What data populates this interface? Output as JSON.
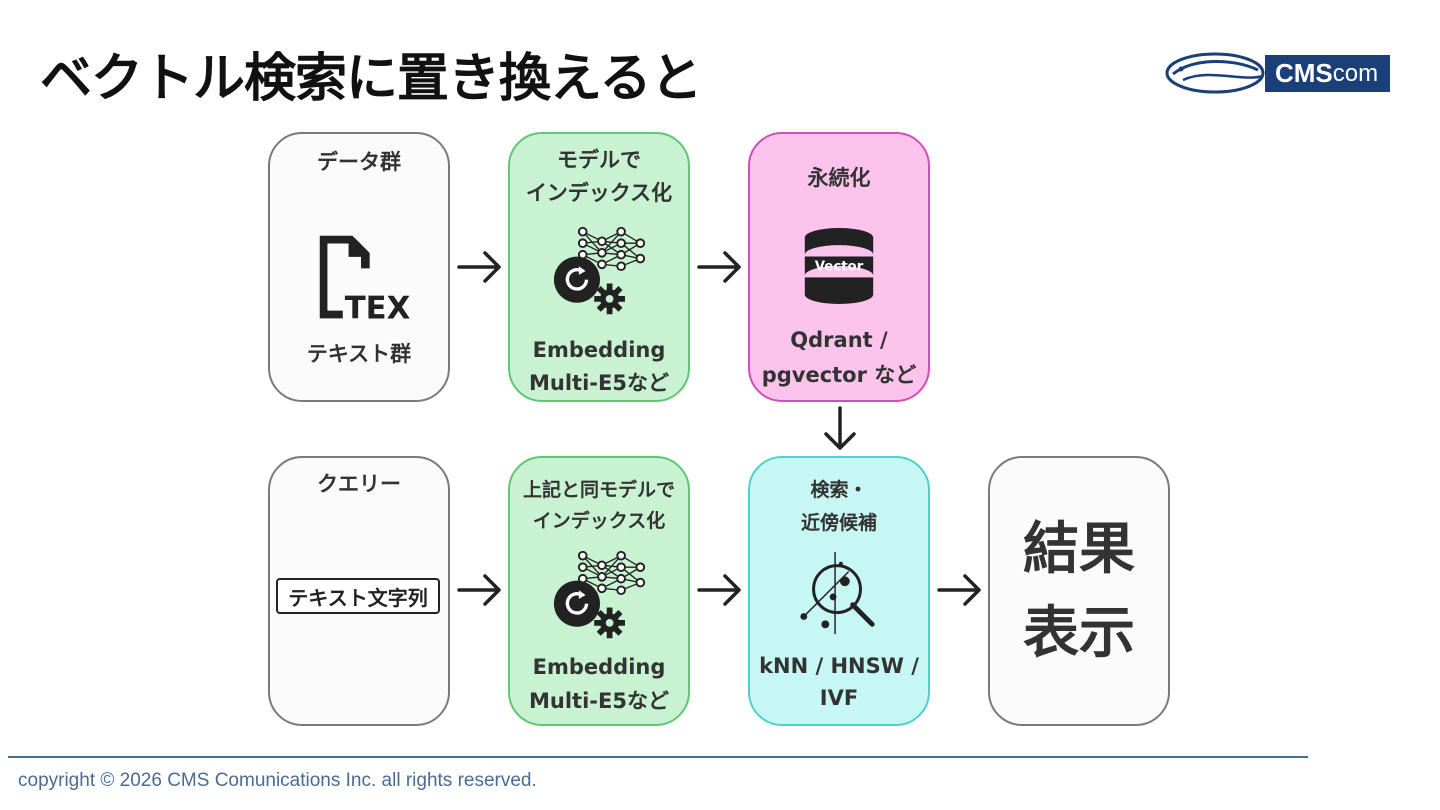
{
  "title": "ベクトル検索に置き換えると",
  "logo": {
    "bold": "CMS",
    "light": "com"
  },
  "index": {
    "data": {
      "heading": "データ群",
      "caption": "テキスト群",
      "icon_text": "TEX",
      "icon": "text-document-icon"
    },
    "model": {
      "heading_1": "モデルで",
      "heading_2": "インデックス化",
      "caption_1": "Embedding",
      "caption_2": "Multi-E5など",
      "icon": "neural-network-gear-icon"
    },
    "store": {
      "heading": "永続化",
      "caption_1": "Qdrant /",
      "caption_2": "pgvector など",
      "icon_text": "Vector",
      "icon": "database-icon"
    }
  },
  "query": {
    "input": {
      "heading": "クエリー",
      "chip": "テキスト文字列"
    },
    "model": {
      "heading_1": "上記と同モデルで",
      "heading_2": "インデックス化",
      "caption_1": "Embedding",
      "caption_2": "Multi-E5など",
      "icon": "neural-network-gear-icon"
    },
    "search": {
      "heading_1": "検索・",
      "heading_2": "近傍候補",
      "caption_1": "kNN / HNSW /",
      "caption_2": "IVF",
      "icon": "nearest-neighbor-search-icon"
    },
    "result": {
      "line_1": "結果",
      "line_2": "表示"
    }
  },
  "colors": {
    "green_fill": "#c9f2d2",
    "pink_fill": "#fcc3ec",
    "cyan_fill": "#c6f7f5",
    "footer_blue": "#4a6b94",
    "logo_blue": "#1b3f77"
  },
  "footer": "copyright © 2026 CMS Comunications Inc. all rights reserved."
}
